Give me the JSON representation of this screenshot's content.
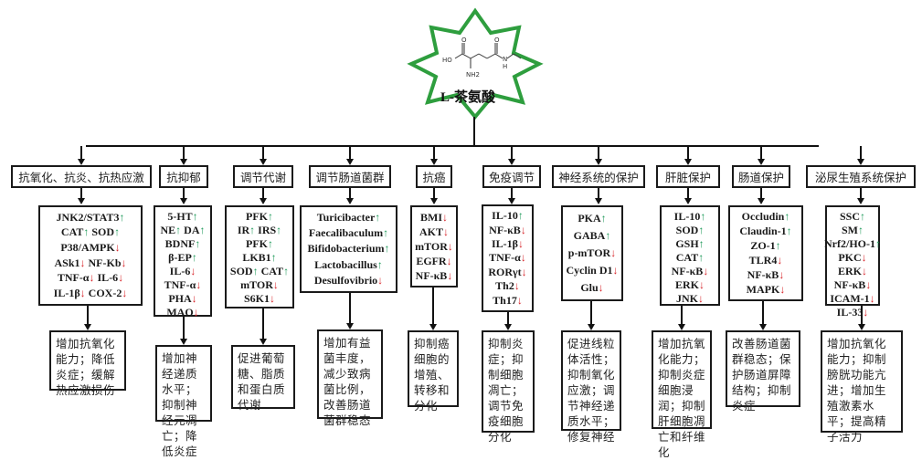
{
  "center": {
    "title": "L-茶氨酸",
    "structure_labels": {
      "hydroxyl": "HO",
      "amine": "NH2",
      "nitrogen": "N",
      "hydrogen": "H",
      "oxygen1": "O",
      "oxygen2": "O"
    },
    "star_color": "#2e9e3e"
  },
  "colors": {
    "up_arrow": "#1e9a5a",
    "down_arrow": "#d8262b"
  },
  "categories": [
    {
      "label": "抗氧化、抗炎、抗热应激",
      "markers": [
        [
          {
            "name": "JNK2/STAT3",
            "dir": "up"
          }
        ],
        [
          {
            "name": "CAT",
            "dir": "up"
          },
          {
            "name": "SOD",
            "dir": "up"
          }
        ],
        [
          {
            "name": "P38/AMPK",
            "dir": "down"
          }
        ],
        [
          {
            "name": "ASk1",
            "dir": "down"
          },
          {
            "name": "NF-Kb",
            "dir": "down"
          }
        ],
        [
          {
            "name": "TNF-α",
            "dir": "down"
          },
          {
            "name": "IL-6",
            "dir": "down"
          }
        ],
        [
          {
            "name": "IL-1β",
            "dir": "down"
          },
          {
            "name": "COX-2",
            "dir": "down"
          }
        ]
      ],
      "effect": "增加抗氧化能力；降低炎症；缓解热应激损伤"
    },
    {
      "label": "抗抑郁",
      "markers": [
        [
          {
            "name": "5-HT",
            "dir": "up"
          }
        ],
        [
          {
            "name": "NE",
            "dir": "up"
          },
          {
            "name": "DA",
            "dir": "up"
          }
        ],
        [
          {
            "name": "BDNF",
            "dir": "up"
          }
        ],
        [
          {
            "name": "β-EP",
            "dir": "up"
          }
        ],
        [
          {
            "name": "IL-6",
            "dir": "down"
          }
        ],
        [
          {
            "name": "TNF-α",
            "dir": "down"
          }
        ],
        [
          {
            "name": "PHA",
            "dir": "down"
          }
        ],
        [
          {
            "name": "MAO",
            "dir": "down"
          }
        ]
      ],
      "effect": "增加神经递质水平；抑制神经元凋亡；降低炎症"
    },
    {
      "label": "调节代谢",
      "markers": [
        [
          {
            "name": "PFK",
            "dir": "up"
          }
        ],
        [
          {
            "name": "IR",
            "dir": "up"
          },
          {
            "name": "IRS",
            "dir": "up"
          }
        ],
        [
          {
            "name": "PFK",
            "dir": "up"
          }
        ],
        [
          {
            "name": "LKB1",
            "dir": "up"
          }
        ],
        [
          {
            "name": "SOD",
            "dir": "up"
          },
          {
            "name": "CAT",
            "dir": "up"
          }
        ],
        [
          {
            "name": "mTOR",
            "dir": "down"
          }
        ],
        [
          {
            "name": "S6K1",
            "dir": "down"
          }
        ]
      ],
      "effect": "促进葡萄糖、脂质和蛋白质代谢"
    },
    {
      "label": "调节肠道菌群",
      "markers": [
        [
          {
            "name": "Turicibacter",
            "dir": "up"
          }
        ],
        [
          {
            "name": "Faecalibaculum",
            "dir": "up"
          }
        ],
        [
          {
            "name": "Bifidobacterium",
            "dir": "up"
          }
        ],
        [
          {
            "name": "Lactobacillus",
            "dir": "up"
          }
        ],
        [
          {
            "name": "Desulfovibrio",
            "dir": "down"
          }
        ]
      ],
      "effect": "增加有益菌丰度，减少致病菌比例，改善肠道菌群稳态"
    },
    {
      "label": "抗癌",
      "markers": [
        [
          {
            "name": "BMI",
            "dir": "down"
          }
        ],
        [
          {
            "name": "AKT",
            "dir": "down"
          }
        ],
        [
          {
            "name": "mTOR",
            "dir": "down"
          }
        ],
        [
          {
            "name": "EGFR",
            "dir": "down"
          }
        ],
        [
          {
            "name": "NF-κB",
            "dir": "down"
          }
        ]
      ],
      "effect": "抑制癌细胞的增殖、转移和分化"
    },
    {
      "label": "免疫调节",
      "markers": [
        [
          {
            "name": "IL-10",
            "dir": "up"
          }
        ],
        [
          {
            "name": "NF-κB",
            "dir": "down"
          }
        ],
        [
          {
            "name": "IL-1β",
            "dir": "down"
          }
        ],
        [
          {
            "name": "TNF-α",
            "dir": "down"
          }
        ],
        [
          {
            "name": "RORγt",
            "dir": "down"
          }
        ],
        [
          {
            "name": "Th2",
            "dir": "down"
          }
        ],
        [
          {
            "name": "Th17",
            "dir": "down"
          }
        ]
      ],
      "effect": "抑制炎症；抑制细胞凋亡；调节免疫细胞分化"
    },
    {
      "label": "神经系统的保护",
      "markers": [
        [
          {
            "name": "PKA",
            "dir": "up"
          }
        ],
        [
          {
            "name": "GABA",
            "dir": "up"
          }
        ],
        [
          {
            "name": "p-mTOR",
            "dir": "down"
          }
        ],
        [
          {
            "name": "Cyclin D1",
            "dir": "down"
          }
        ],
        [
          {
            "name": "Glu",
            "dir": "down"
          }
        ]
      ],
      "effect": "促进线粒体活性；抑制氧化应激；调节神经递质水平；修复神经"
    },
    {
      "label": "肝脏保护",
      "markers": [
        [
          {
            "name": "IL-10",
            "dir": "up"
          }
        ],
        [
          {
            "name": "SOD",
            "dir": "up"
          }
        ],
        [
          {
            "name": "GSH",
            "dir": "up"
          }
        ],
        [
          {
            "name": "CAT",
            "dir": "up"
          }
        ],
        [
          {
            "name": "NF-κB",
            "dir": "down"
          }
        ],
        [
          {
            "name": "ERK",
            "dir": "down"
          }
        ],
        [
          {
            "name": "JNK",
            "dir": "down"
          }
        ]
      ],
      "effect": "增加抗氧化能力；抑制炎症细胞浸润；抑制肝细胞凋亡和纤维化"
    },
    {
      "label": "肠道保护",
      "markers": [
        [
          {
            "name": "Occludin",
            "dir": "up"
          }
        ],
        [
          {
            "name": "Claudin-1",
            "dir": "up"
          }
        ],
        [
          {
            "name": "ZO-1",
            "dir": "up"
          }
        ],
        [
          {
            "name": "TLR4",
            "dir": "down"
          }
        ],
        [
          {
            "name": "NF-κB",
            "dir": "down"
          }
        ],
        [
          {
            "name": "MAPK",
            "dir": "down"
          }
        ]
      ],
      "effect": "改善肠道菌群稳态；保护肠道屏障结构；抑制炎症"
    },
    {
      "label": "泌尿生殖系统保护",
      "markers": [
        [
          {
            "name": "SSC",
            "dir": "up"
          }
        ],
        [
          {
            "name": "SM",
            "dir": "up"
          }
        ],
        [
          {
            "name": "Nrf2/HO-1",
            "dir": "up"
          }
        ],
        [
          {
            "name": "PKC",
            "dir": "down"
          }
        ],
        [
          {
            "name": "ERK",
            "dir": "down"
          }
        ],
        [
          {
            "name": "NF-κB",
            "dir": "down"
          }
        ],
        [
          {
            "name": "ICAM-1",
            "dir": "down"
          }
        ],
        [
          {
            "name": "IL-33",
            "dir": "down"
          }
        ]
      ],
      "effect": "增加抗氧化能力；抑制膀胱功能亢进；增加生殖激素水平；提高精子活力"
    }
  ]
}
